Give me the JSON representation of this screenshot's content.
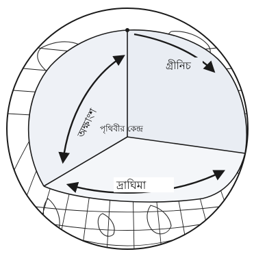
{
  "labels": {
    "latitude": "অক্ষাংশ",
    "greenwich": "গ্রীনিচ",
    "earth_center": "পৃথিবীর কেন্দ্র",
    "longitude": "দ্রাঘিমা"
  },
  "colors": {
    "line": "#1a1a1a",
    "shade": "#e9edf3",
    "land": "#3a3a3a",
    "background": "#ffffff"
  },
  "icons": [
    "double-arrow-icon"
  ]
}
